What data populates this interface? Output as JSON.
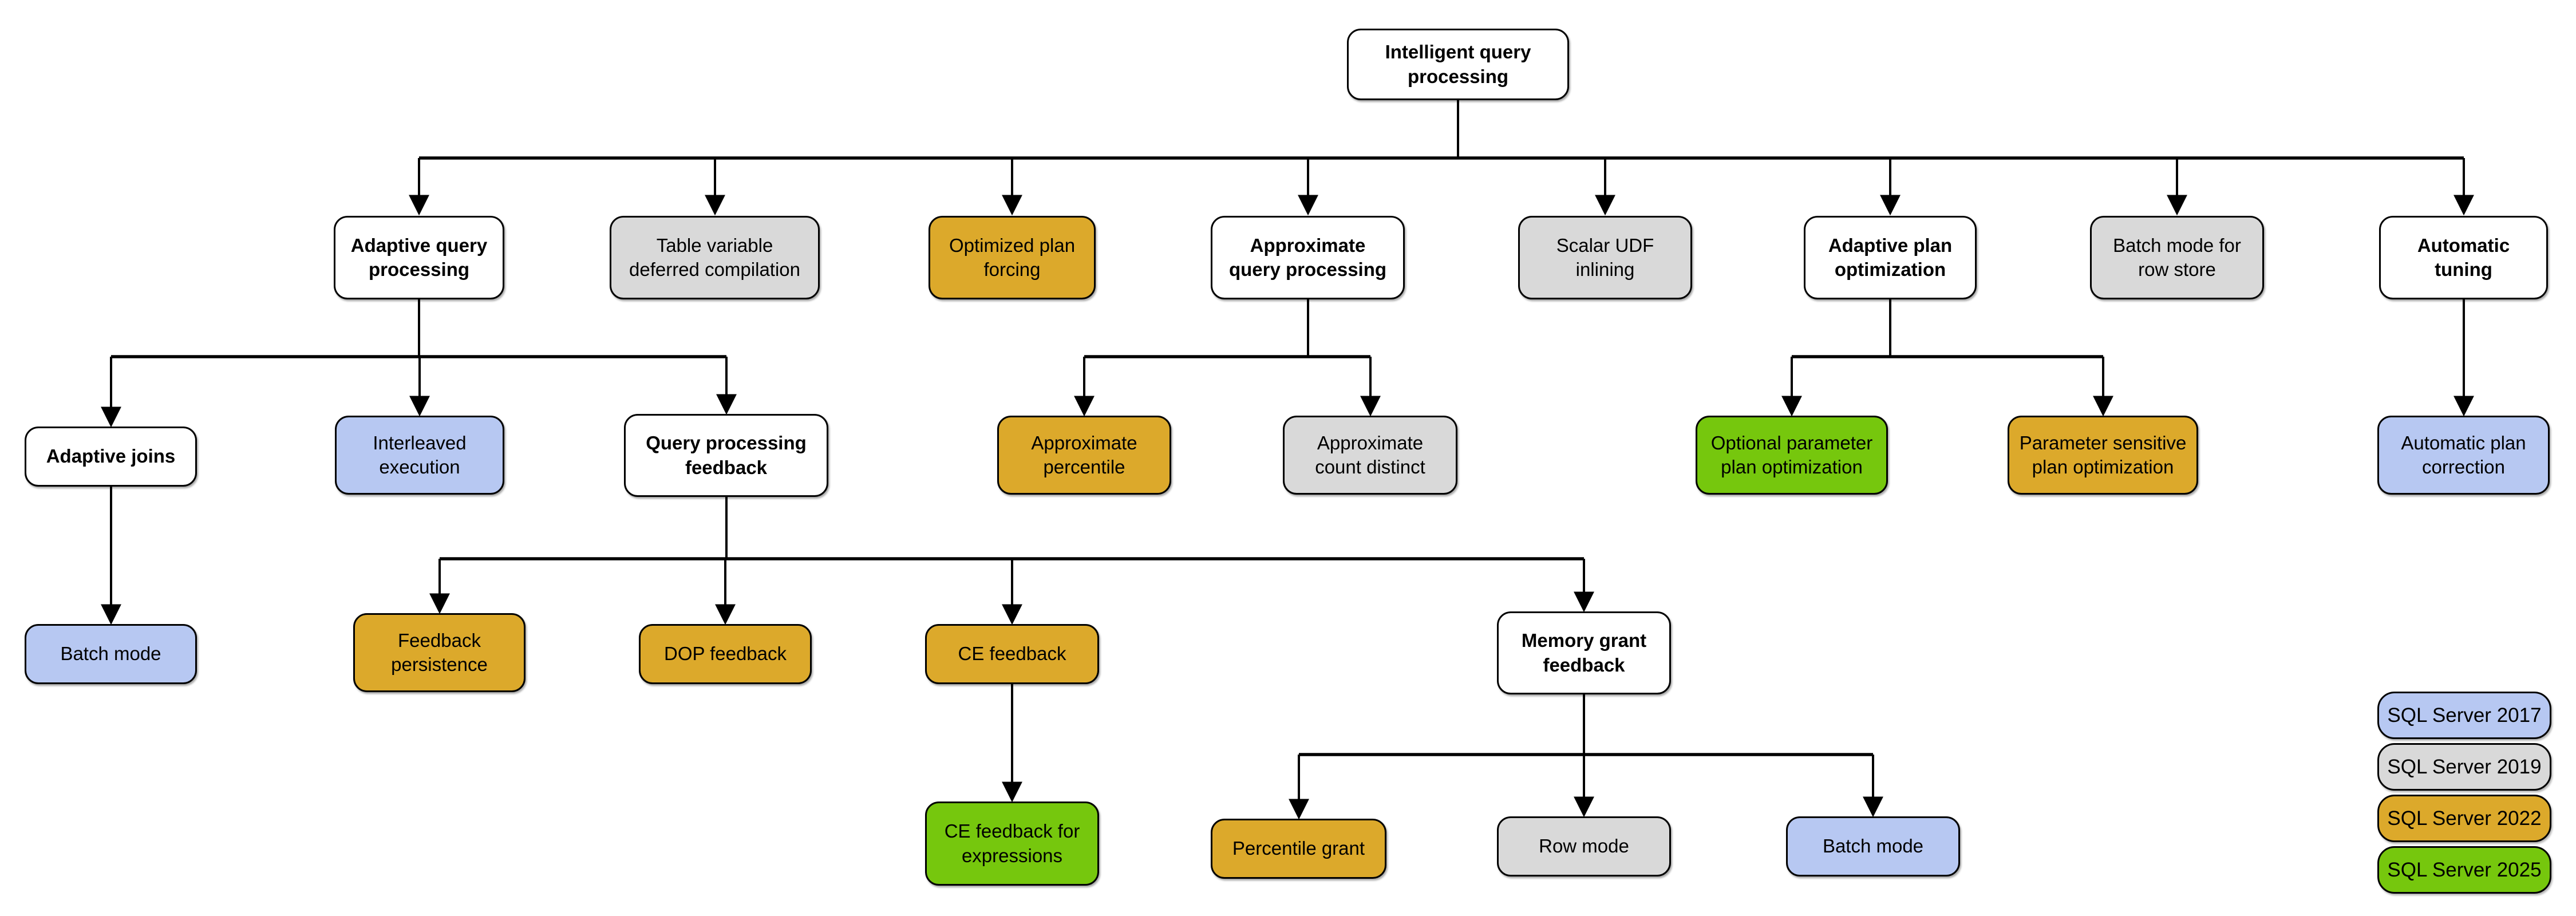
{
  "nodes": {
    "intelligent_query_processing": {
      "label": "Intelligent query\nprocessing",
      "version": null
    },
    "adaptive_query_processing": {
      "label": "Adaptive query\nprocessing",
      "version": null
    },
    "table_variable_deferred_compilation": {
      "label": "Table variable\ndeferred compilation",
      "version": "SQL Server 2019"
    },
    "optimized_plan_forcing": {
      "label": "Optimized plan\nforcing",
      "version": "SQL Server 2022"
    },
    "approximate_query_processing": {
      "label": "Approximate\nquery processing",
      "version": null
    },
    "scalar_udf_inlining": {
      "label": "Scalar UDF\ninlining",
      "version": "SQL Server 2019"
    },
    "adaptive_plan_optimization": {
      "label": "Adaptive plan\noptimization",
      "version": null
    },
    "batch_mode_for_row_store": {
      "label": "Batch mode for\nrow store",
      "version": "SQL Server 2019"
    },
    "automatic_tuning": {
      "label": "Automatic\ntuning",
      "version": null
    },
    "adaptive_joins": {
      "label": "Adaptive joins",
      "version": null
    },
    "interleaved_execution": {
      "label": "Interleaved\nexecution",
      "version": "SQL Server 2017"
    },
    "query_processing_feedback": {
      "label": "Query processing\nfeedback",
      "version": null
    },
    "approximate_percentile": {
      "label": "Approximate\npercentile",
      "version": "SQL Server 2022"
    },
    "approximate_count_distinct": {
      "label": "Approximate\ncount distinct",
      "version": "SQL Server 2019"
    },
    "optional_parameter_plan_optimization": {
      "label": "Optional parameter\nplan optimization",
      "version": "SQL Server 2025"
    },
    "parameter_sensitive_plan_optimization": {
      "label": "Parameter sensitive\nplan optimization",
      "version": "SQL Server 2022"
    },
    "automatic_plan_correction": {
      "label": "Automatic plan\ncorrection",
      "version": "SQL Server 2017"
    },
    "batch_mode_adaptive": {
      "label": "Batch mode",
      "version": "SQL Server 2017"
    },
    "feedback_persistence": {
      "label": "Feedback\npersistence",
      "version": "SQL Server 2022"
    },
    "dop_feedback": {
      "label": "DOP feedback",
      "version": "SQL Server 2022"
    },
    "ce_feedback": {
      "label": "CE feedback",
      "version": "SQL Server 2022"
    },
    "memory_grant_feedback": {
      "label": "Memory grant\nfeedback",
      "version": null
    },
    "ce_feedback_for_expressions": {
      "label": "CE feedback for\nexpressions",
      "version": "SQL Server 2025"
    },
    "percentile_grant": {
      "label": "Percentile grant",
      "version": "SQL Server 2022"
    },
    "row_mode": {
      "label": "Row mode",
      "version": "SQL Server 2019"
    },
    "batch_mode_memory": {
      "label": "Batch mode",
      "version": "SQL Server 2017"
    }
  },
  "legend": {
    "items": [
      {
        "label": "SQL Server 2017",
        "color": "#B7C8F2"
      },
      {
        "label": "SQL Server 2019",
        "color": "#D9D9D9"
      },
      {
        "label": "SQL Server 2022",
        "color": "#DCA92B"
      },
      {
        "label": "SQL Server 2025",
        "color": "#76C70D"
      }
    ]
  },
  "colors": {
    "category_fill": "#FFFFFF",
    "border": "#000000",
    "sql_2017": "#B7C8F2",
    "sql_2019": "#D9D9D9",
    "sql_2022": "#DCA92B",
    "sql_2025": "#76C70D"
  },
  "hierarchy": {
    "intelligent_query_processing": [
      "adaptive_query_processing",
      "table_variable_deferred_compilation",
      "optimized_plan_forcing",
      "approximate_query_processing",
      "scalar_udf_inlining",
      "adaptive_plan_optimization",
      "batch_mode_for_row_store",
      "automatic_tuning"
    ],
    "adaptive_query_processing": [
      "adaptive_joins",
      "interleaved_execution",
      "query_processing_feedback"
    ],
    "approximate_query_processing": [
      "approximate_percentile",
      "approximate_count_distinct"
    ],
    "adaptive_plan_optimization": [
      "optional_parameter_plan_optimization",
      "parameter_sensitive_plan_optimization"
    ],
    "automatic_tuning": [
      "automatic_plan_correction"
    ],
    "adaptive_joins": [
      "batch_mode_adaptive"
    ],
    "query_processing_feedback": [
      "feedback_persistence",
      "dop_feedback",
      "ce_feedback",
      "memory_grant_feedback"
    ],
    "ce_feedback": [
      "ce_feedback_for_expressions"
    ],
    "memory_grant_feedback": [
      "percentile_grant",
      "row_mode",
      "batch_mode_memory"
    ]
  }
}
